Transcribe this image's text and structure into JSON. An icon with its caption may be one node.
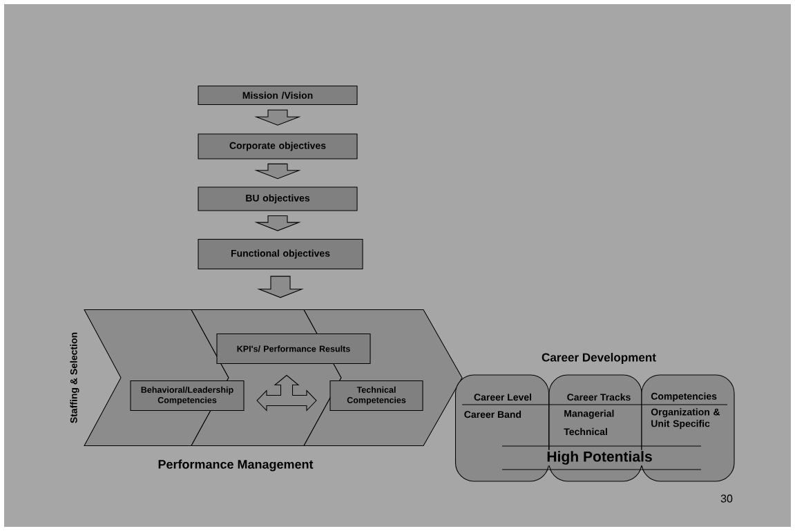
{
  "diagram": {
    "nodes": [
      {
        "text": [
          "Mission /Vision"
        ]
      },
      {
        "text": [
          "Corporate objectives"
        ]
      },
      {
        "text": [
          "BU  objectives"
        ]
      },
      {
        "text": [
          "Functional objectives"
        ]
      },
      {
        "text": [
          "Staffing & Selection"
        ]
      },
      {
        "text": [
          "KPI's/ Performance Results"
        ],
        "in": 4
      },
      {
        "text": [
          "Behavioral/Leadership Competencies"
        ],
        "in": 4
      },
      {
        "text": [
          "Technical Competencies"
        ],
        "in": 4
      },
      {
        "text": [
          "Career Level",
          "Career Band"
        ]
      },
      {
        "text": [
          "Career Tracks",
          "Managerial",
          "Technical"
        ]
      },
      {
        "text": [
          "Competencies",
          "Organization & Unit Specific"
        ]
      }
    ],
    "edges": [
      {
        "from": 0,
        "to": 1,
        "arrow": "to"
      },
      {
        "from": 1,
        "to": 2,
        "arrow": "to"
      },
      {
        "from": 2,
        "to": 3,
        "arrow": "to"
      },
      {
        "from": 3,
        "to": 4,
        "arrow": "to"
      },
      {
        "from": 6,
        "to": 7,
        "arrow": "both"
      },
      {
        "from": 6,
        "to": 5,
        "arrow": "both"
      }
    ],
    "labels": [
      "Performance Management",
      "Career Development",
      "High Potentials",
      "30"
    ]
  }
}
